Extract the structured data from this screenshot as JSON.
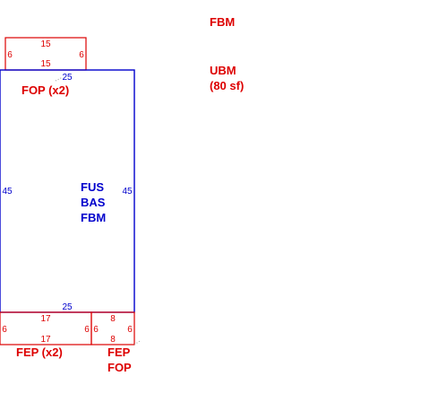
{
  "colors": {
    "main_area": "#0000cc",
    "sub_area": "#dd0000",
    "background": "#ffffff"
  },
  "legend": {
    "line1": "FBM",
    "line2": "UBM",
    "line3": "(80 sf)"
  },
  "main_area": {
    "label_lines": [
      "FUS",
      "BAS",
      "FBM"
    ],
    "dims": {
      "top": "25",
      "bottom": "25",
      "left": "45",
      "right": "45"
    }
  },
  "top_porch": {
    "label": "FOP (x2)",
    "dims": {
      "top": "15",
      "bottom": "15",
      "left": "6",
      "right": "6"
    }
  },
  "bottom_left_patio": {
    "label": "FEP (x2)",
    "dims": {
      "top": "17",
      "bottom": "17",
      "left": "6",
      "right": "6"
    }
  },
  "bottom_right_patio": {
    "label_lines": [
      "FEP",
      "FOP"
    ],
    "dims": {
      "top": "8",
      "bottom": "8",
      "left": "6",
      "right": "6"
    }
  }
}
